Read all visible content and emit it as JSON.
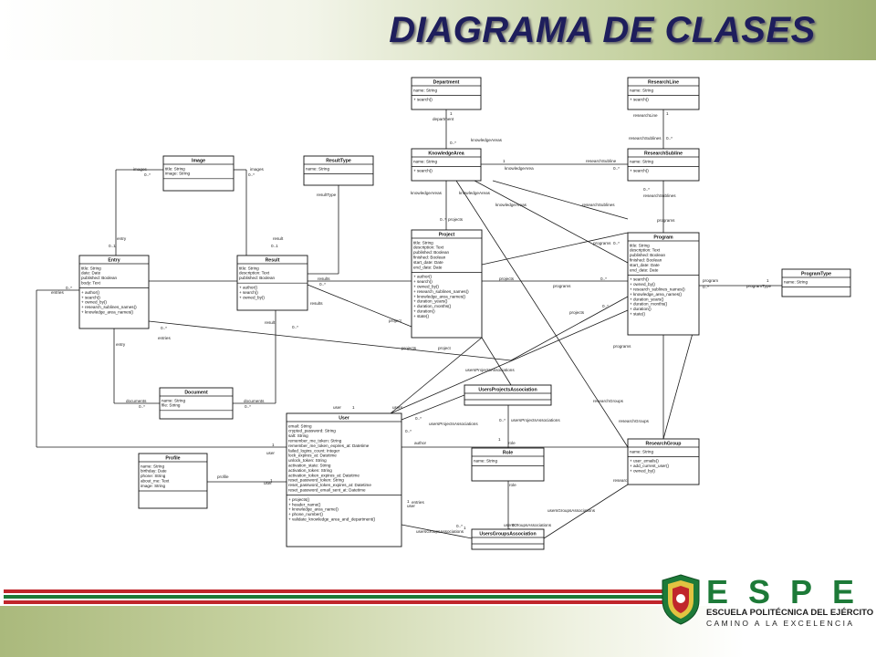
{
  "slide": {
    "title": "DIAGRAMA DE CLASES"
  },
  "logo": {
    "letters": "ESPE",
    "institution": "ESCUELA POLITÉCNICA DEL EJÉRCITO",
    "motto": "CAMINO A LA EXCELENCIA"
  },
  "colors": {
    "title": "#1e1e5c",
    "stripe_red": "#c0262b",
    "stripe_green": "#1d7a38",
    "band_green": "#9fb072"
  },
  "classes": [
    {
      "id": "department",
      "name": "Department",
      "attributes": [
        "name: String"
      ],
      "methods": [
        "+ search()"
      ]
    },
    {
      "id": "researchline",
      "name": "ResearchLine",
      "attributes": [
        "name: String"
      ],
      "methods": [
        "+ search()"
      ]
    },
    {
      "id": "knowledgearea",
      "name": "KnowledgeArea",
      "attributes": [
        "name: String"
      ],
      "methods": [
        "+ search()"
      ]
    },
    {
      "id": "researchsubline",
      "name": "ResearchSubline",
      "attributes": [
        "name: String"
      ],
      "methods": [
        "+ search()"
      ]
    },
    {
      "id": "image",
      "name": "Image",
      "attributes": [
        "title: String",
        "image: String"
      ],
      "methods": []
    },
    {
      "id": "resulttype",
      "name": "ResultType",
      "attributes": [
        "name: String"
      ],
      "methods": []
    },
    {
      "id": "entry",
      "name": "Entry",
      "attributes": [
        "title: String",
        "date: Date",
        "published: Boolean",
        "body: Text"
      ],
      "methods": [
        "+ author()",
        "+ search()",
        "+ owned_by()",
        "+ research_sublines_names()",
        "+ knowledge_area_names()"
      ]
    },
    {
      "id": "result",
      "name": "Result",
      "attributes": [
        "title: String",
        "description: Text",
        "published: Boolean"
      ],
      "methods": [
        "+ author()",
        "+ search()",
        "+ owned_by()"
      ]
    },
    {
      "id": "project",
      "name": "Project",
      "attributes": [
        "title: String",
        "description: Text",
        "published: Boolean",
        "finished: Boolean",
        "start_date: Date",
        "end_date: Date"
      ],
      "methods": [
        "+ author()",
        "+ search()",
        "+ owned_by()",
        "+ research_sublines_names()",
        "+ knowledge_area_names()",
        "+ duration_years()",
        "+ duration_months()",
        "+ duration()",
        "+ state()"
      ]
    },
    {
      "id": "program",
      "name": "Program",
      "attributes": [
        "title: String",
        "description: Text",
        "published: Boolean",
        "finished: Boolean",
        "start_date: Date",
        "end_date: Date"
      ],
      "methods": [
        "+ search()",
        "+ owned_by()",
        "+ research_sublines_names()",
        "+ knowledge_area_names()",
        "+ duration_years()",
        "+ duration_months()",
        "+ duration()",
        "+ state()"
      ]
    },
    {
      "id": "programtype",
      "name": "ProgramType",
      "attributes": [
        "name: String"
      ],
      "methods": []
    },
    {
      "id": "document",
      "name": "Document",
      "attributes": [
        "name: String",
        "file: String"
      ],
      "methods": []
    },
    {
      "id": "usersprojectsassociation",
      "name": "UsersProjectsAssociation",
      "attributes": [],
      "methods": []
    },
    {
      "id": "user",
      "name": "User",
      "attributes": [
        "email: String",
        "crypted_password: String",
        "salt: String",
        "remember_me_token: String",
        "remember_me_token_expires_at: Datetime",
        "failed_logins_count: Integer",
        "lock_expires_at: Datetime",
        "unlock_token: String",
        "activation_state: String",
        "activation_token: String",
        "activation_token_expires_at: Datetime",
        "reset_password_token: String",
        "reset_password_token_expires_at: Datetime",
        "reset_password_email_sent_at: Datetime"
      ],
      "methods": [
        "+ projects()",
        "+ header_name()",
        "+ knowledge_area_name()",
        "+ phone_number()",
        "+ validate_knowledge_area_and_department()"
      ]
    },
    {
      "id": "profile",
      "name": "Profile",
      "attributes": [
        "name: String",
        "birthday: Date",
        "phone: String",
        "about_me: Text",
        "image: String"
      ],
      "methods": []
    },
    {
      "id": "role",
      "name": "Role",
      "attributes": [
        "name: String"
      ],
      "methods": []
    },
    {
      "id": "researchgroup",
      "name": "ResearchGroup",
      "attributes": [
        "name: String"
      ],
      "methods": [
        "+ user_emails()",
        "+ add_current_user()",
        "+ owned_by()"
      ]
    },
    {
      "id": "usersgroupsassociation",
      "name": "UsersGroupsAssociation",
      "attributes": [],
      "methods": []
    }
  ],
  "labels": [
    {
      "id": "l1",
      "text": "1"
    },
    {
      "id": "l2",
      "text": "department"
    },
    {
      "id": "l3",
      "text": "0..*"
    },
    {
      "id": "l4",
      "text": "knowledgeAreas"
    },
    {
      "id": "l5",
      "text": "researchLine"
    },
    {
      "id": "l6",
      "text": "1"
    },
    {
      "id": "l7",
      "text": "researchSublines"
    },
    {
      "id": "l8",
      "text": "0..*"
    },
    {
      "id": "l9",
      "text": "1"
    },
    {
      "id": "l10",
      "text": "knowledgeArea"
    },
    {
      "id": "l11",
      "text": "researchSubline"
    },
    {
      "id": "l12",
      "text": "0..*"
    },
    {
      "id": "l13",
      "text": "images"
    },
    {
      "id": "l14",
      "text": "0..*"
    },
    {
      "id": "l15",
      "text": "images"
    },
    {
      "id": "l16",
      "text": "0..*"
    },
    {
      "id": "l17",
      "text": "resultType"
    },
    {
      "id": "l18",
      "text": "entry"
    },
    {
      "id": "l19",
      "text": "0..1"
    },
    {
      "id": "l20",
      "text": "result"
    },
    {
      "id": "l21",
      "text": "0..1"
    },
    {
      "id": "l22",
      "text": "knowledgeAreas"
    },
    {
      "id": "l23",
      "text": "knowledgeAreas"
    },
    {
      "id": "l24",
      "text": "knowledgeAreas"
    },
    {
      "id": "l25",
      "text": "researchSublines"
    },
    {
      "id": "l26",
      "text": "0..*"
    },
    {
      "id": "l27",
      "text": "0..*"
    },
    {
      "id": "l28",
      "text": "0..*"
    },
    {
      "id": "l29",
      "text": "projects"
    },
    {
      "id": "l30",
      "text": "programs"
    },
    {
      "id": "l31",
      "text": "0..*"
    },
    {
      "id": "l32",
      "text": "researchSublines"
    },
    {
      "id": "l33",
      "text": "entries"
    },
    {
      "id": "l34",
      "text": "0..*"
    },
    {
      "id": "l35",
      "text": "results"
    },
    {
      "id": "l36",
      "text": "0..*"
    },
    {
      "id": "l37",
      "text": "projects"
    },
    {
      "id": "l38",
      "text": "0..*"
    },
    {
      "id": "l39",
      "text": "programs"
    },
    {
      "id": "l40",
      "text": "program"
    },
    {
      "id": "l41",
      "text": "0..*"
    },
    {
      "id": "l42",
      "text": "programType"
    },
    {
      "id": "l43",
      "text": "1"
    },
    {
      "id": "l44",
      "text": "project"
    },
    {
      "id": "l45",
      "text": "results"
    },
    {
      "id": "l46",
      "text": "result"
    },
    {
      "id": "l47",
      "text": "0..*"
    },
    {
      "id": "l48",
      "text": "entries"
    },
    {
      "id": "l49",
      "text": "0..*"
    },
    {
      "id": "l50",
      "text": "programs"
    },
    {
      "id": "l51",
      "text": "projects"
    },
    {
      "id": "l52",
      "text": "entry"
    },
    {
      "id": "l53",
      "text": "documents"
    },
    {
      "id": "l54",
      "text": "0..*"
    },
    {
      "id": "l55",
      "text": "documents"
    },
    {
      "id": "l56",
      "text": "0..*"
    },
    {
      "id": "l57",
      "text": "projects"
    },
    {
      "id": "l58",
      "text": "project"
    },
    {
      "id": "l59",
      "text": "usersProjectsAssociations"
    },
    {
      "id": "l60",
      "text": "programs"
    },
    {
      "id": "l61",
      "text": "0..*"
    },
    {
      "id": "l62",
      "text": "researchGroups"
    },
    {
      "id": "l63",
      "text": "user"
    },
    {
      "id": "l64",
      "text": "1"
    },
    {
      "id": "l65",
      "text": "users"
    },
    {
      "id": "l66",
      "text": "0..*"
    },
    {
      "id": "l67",
      "text": "usersProjectsAssociations"
    },
    {
      "id": "l68",
      "text": "0..*"
    },
    {
      "id": "l69",
      "text": "usersProjectsAssociations"
    },
    {
      "id": "l70",
      "text": "1"
    },
    {
      "id": "l71",
      "text": "role"
    },
    {
      "id": "l72",
      "text": "researchGroups"
    },
    {
      "id": "l73",
      "text": "user"
    },
    {
      "id": "l74",
      "text": "1"
    },
    {
      "id": "l75",
      "text": "profile"
    },
    {
      "id": "l76",
      "text": "1"
    },
    {
      "id": "l77",
      "text": "user"
    },
    {
      "id": "l78",
      "text": "1"
    },
    {
      "id": "l79",
      "text": "author"
    },
    {
      "id": "l80",
      "text": "0..*"
    },
    {
      "id": "l81",
      "text": "entries"
    },
    {
      "id": "l82",
      "text": "1"
    },
    {
      "id": "l83",
      "text": "role"
    },
    {
      "id": "l84",
      "text": "researchGroup"
    },
    {
      "id": "l85",
      "text": "usersGroupsAssociations"
    },
    {
      "id": "l86",
      "text": "user"
    },
    {
      "id": "l87",
      "text": "1"
    },
    {
      "id": "l88",
      "text": "usersGroupsAssociations"
    },
    {
      "id": "l89",
      "text": "0..*"
    },
    {
      "id": "l90",
      "text": "usersGroupsAssociations"
    },
    {
      "id": "l91",
      "text": "0..*"
    },
    {
      "id": "l92",
      "text": "1"
    }
  ]
}
